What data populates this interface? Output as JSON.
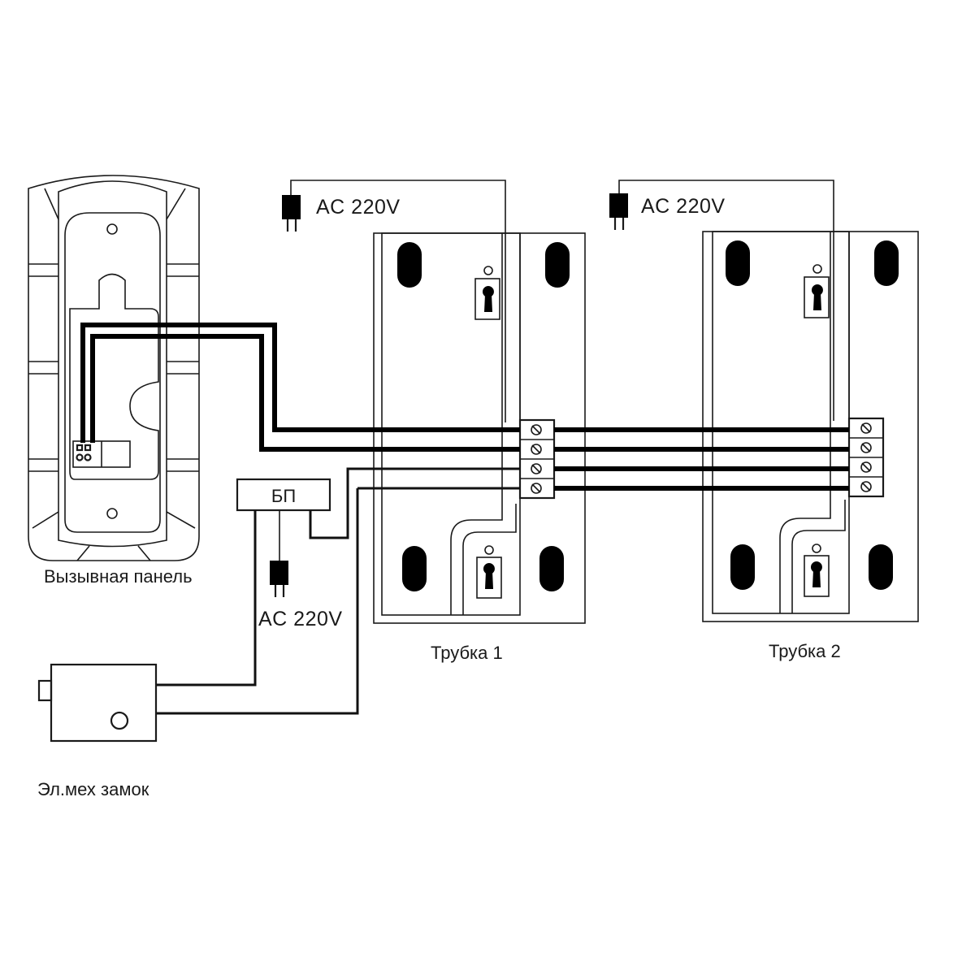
{
  "labels": {
    "call_panel": "Вызывная панель",
    "handset_1": "Трубка 1",
    "handset_2": "Трубка 2",
    "lock": "Эл.мех замок",
    "power_supply": "БП",
    "ac_handset_1": "AC 220V",
    "ac_handset_2": "AC 220V",
    "ac_power_supply": "AC 220V"
  },
  "colors": {
    "line": "#1a1a1a",
    "background": "#ffffff"
  }
}
